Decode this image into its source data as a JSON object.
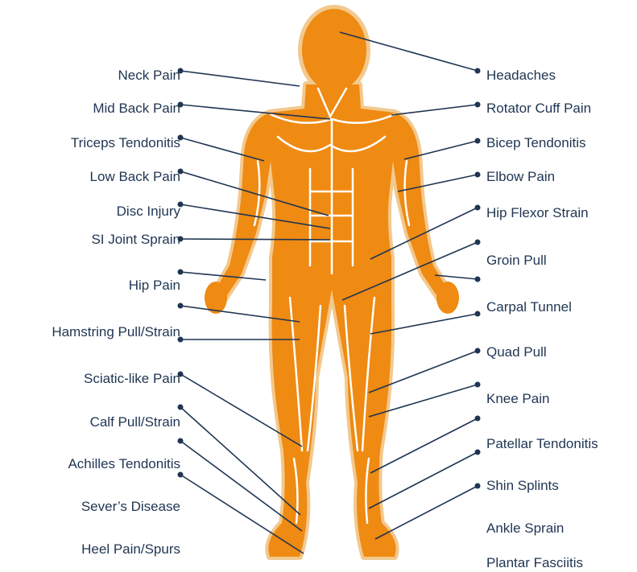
{
  "colors": {
    "body_fill": "#ef8a12",
    "muscle_line": "#ffffff",
    "outline": "#f2c98e",
    "leader": "#1f3552",
    "text": "#1f3552"
  },
  "labels_left": [
    "Neck Pain",
    "Mid Back Pain",
    "Triceps Tendonitis",
    "Low Back Pain",
    "Disc Injury",
    "SI Joint Sprain",
    "Hip Pain",
    "Hamstring Pull/Strain",
    "Sciatic-like Pain",
    "Calf Pull/Strain",
    "Achilles Tendonitis",
    "Sever’s Disease",
    "Heel Pain/Spurs"
  ],
  "labels_right": [
    "Headaches",
    "Rotator Cuff Pain",
    "Bicep Tendonitis",
    "Elbow Pain",
    "Hip Flexor Strain",
    "Groin Pull",
    "Carpal Tunnel",
    "Quad Pull",
    "Knee Pain",
    "Patellar Tendonitis",
    "Shin Splints",
    "Ankle Sprain",
    "Plantar Fasciitis"
  ]
}
